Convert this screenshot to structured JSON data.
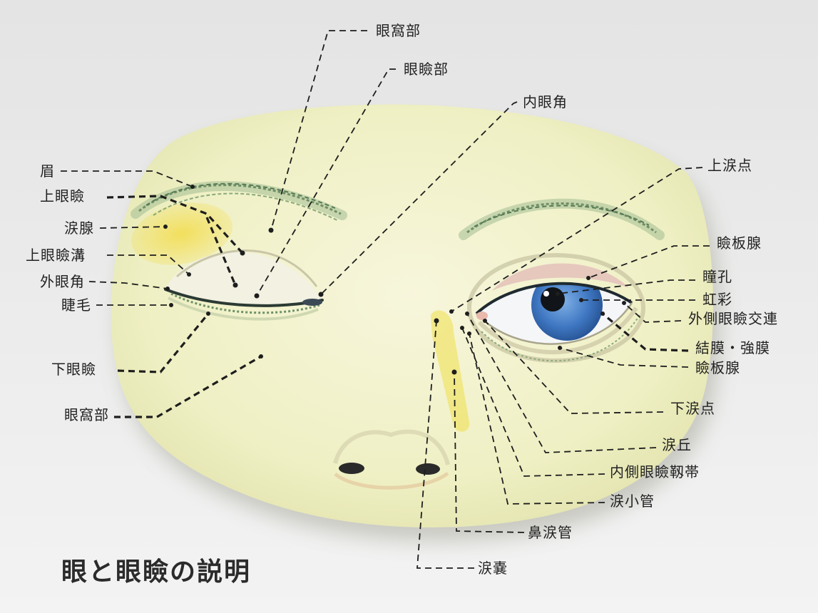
{
  "title": "眼と眼瞼の説明",
  "labels": {
    "top": {
      "orbital_part": "眼窩部",
      "palpebral_part": "眼瞼部",
      "medial_canthus": "内眼角"
    },
    "left": {
      "eyebrow": "眉",
      "upper_eyelid": "上眼瞼",
      "lacrimal_gland": "涙腺",
      "upper_eyelid_sulcus": "上眼瞼溝",
      "lateral_canthus": "外眼角",
      "eyelashes": "睫毛",
      "lower_eyelid": "下眼瞼",
      "orbital_part": "眼窩部"
    },
    "right": {
      "upper_punctum": "上涙点",
      "tarsal_glands_upper": "瞼板腺",
      "pupil": "瞳孔",
      "iris": "虹彩",
      "lateral_commissure": "外側眼瞼交連",
      "conjunctiva_sclera": "結膜・強膜",
      "tarsal_glands_lower": "瞼板腺",
      "lower_punctum": "下涙点",
      "caruncle": "涙丘",
      "medial_palpebral_ligament": "内側眼瞼靱帯",
      "canaliculus": "涙小管",
      "nasolacrimal_duct": "鼻涙管",
      "lacrimal_sac": "涙嚢"
    }
  },
  "colors": {
    "background-top": "#e4e4e4",
    "background-bottom": "#f3f3f3",
    "label": "#222222",
    "title": "#2b2b2b",
    "leader": "#1e1e1e"
  }
}
